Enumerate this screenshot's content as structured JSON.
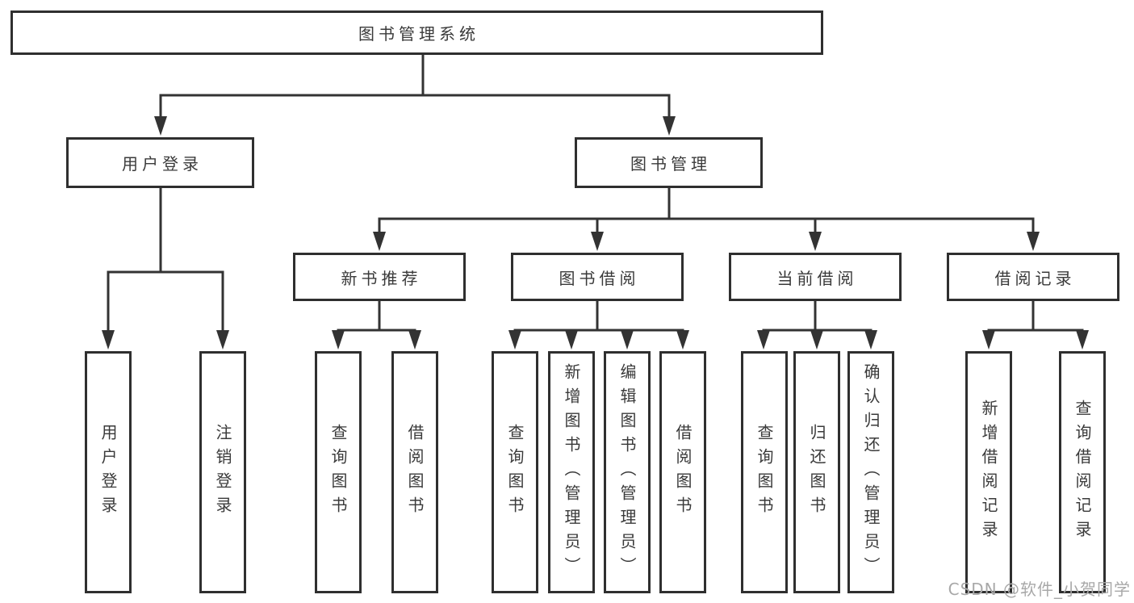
{
  "tree": {
    "label": "图书管理系统",
    "children": [
      {
        "label": "用户登录",
        "children": [
          {
            "label": "用户登录"
          },
          {
            "label": "注销登录"
          }
        ]
      },
      {
        "label": "图书管理",
        "children": [
          {
            "label": "新书推荐",
            "children": [
              {
                "label": "查询图书"
              },
              {
                "label": "借阅图书"
              }
            ]
          },
          {
            "label": "图书借阅",
            "children": [
              {
                "label": "查询图书"
              },
              {
                "label": "新增图书（管理员）"
              },
              {
                "label": "编辑图书（管理员）"
              },
              {
                "label": "借阅图书"
              }
            ]
          },
          {
            "label": "当前借阅",
            "children": [
              {
                "label": "查询图书"
              },
              {
                "label": "归还图书"
              },
              {
                "label": "确认归还（管理员）"
              }
            ]
          },
          {
            "label": "借阅记录",
            "children": [
              {
                "label": "新增借阅记录"
              },
              {
                "label": "查询借阅记录"
              }
            ]
          }
        ]
      }
    ]
  },
  "watermark": "CSDN @软件_小贺同学",
  "colors": {
    "line": "#333333",
    "box_border": "#2f2f2f",
    "text": "#3a3a3a",
    "watermark": "#a8a8a8",
    "background": "#ffffff"
  }
}
